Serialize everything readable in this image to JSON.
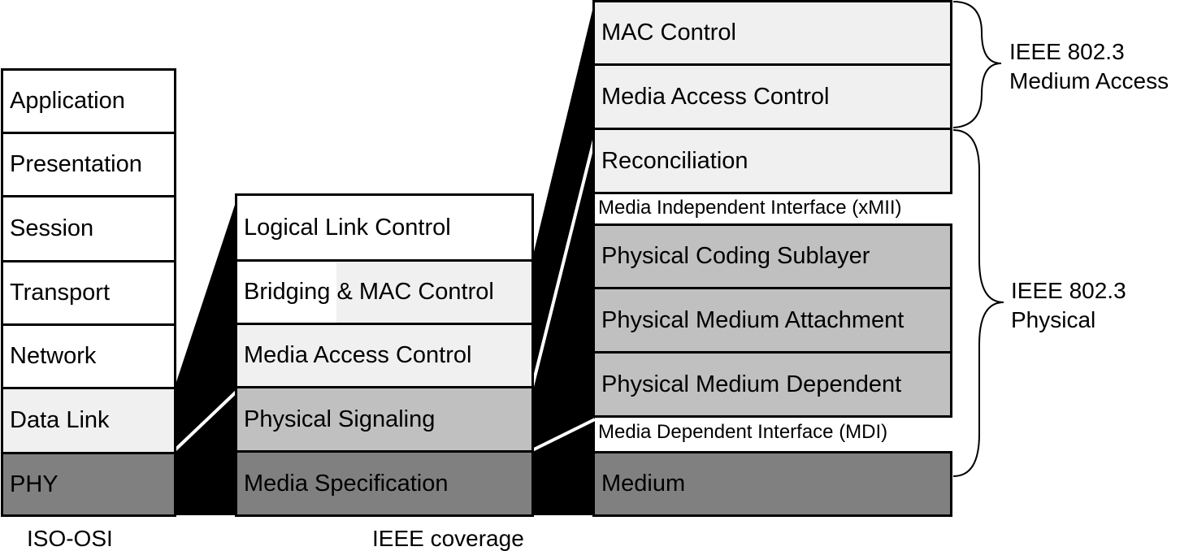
{
  "osi": {
    "layers": [
      "Application",
      "Presentation",
      "Session",
      "Transport",
      "Network",
      "Data Link",
      "PHY"
    ],
    "caption": "ISO-OSI"
  },
  "ieee_coverage": {
    "layers": [
      "Logical Link Control",
      "Bridging & MAC Control",
      "Media Access Control",
      "Physical Signaling",
      "Media Specification"
    ],
    "caption": "IEEE coverage"
  },
  "ieee_8023": {
    "layers": [
      "MAC Control",
      "Media Access Control",
      "Reconciliation",
      "Physical Coding Sublayer",
      "Physical Medium Attachment",
      "Physical Medium Dependent",
      "Medium"
    ],
    "interfaces": {
      "xmii": "Media Independent Interface (xMII)",
      "mdi": "Media Dependent Interface (MDI)"
    }
  },
  "braces": {
    "medium_access": {
      "line1": "IEEE 802.3",
      "line2": "Medium Access"
    },
    "physical": {
      "line1": "IEEE 802.3",
      "line2": "Physical"
    }
  },
  "colors": {
    "white": "#ffffff",
    "light_gray": "#f0f0f0",
    "mid_gray": "#c0c0c0",
    "dark_gray": "#808080",
    "black": "#000000"
  }
}
